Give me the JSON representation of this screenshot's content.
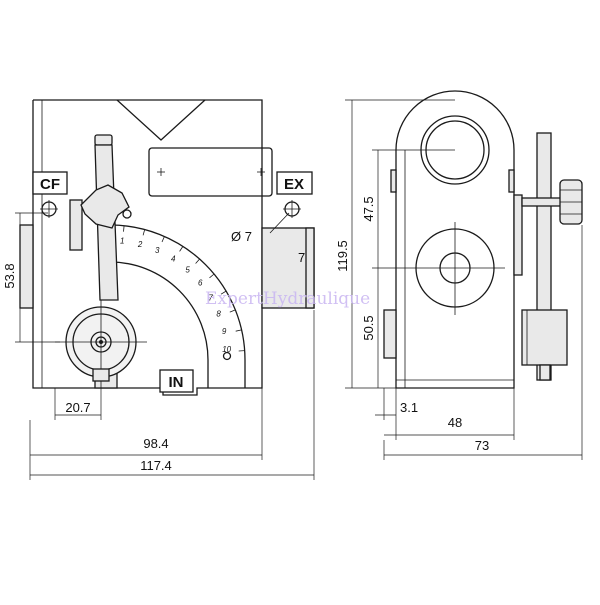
{
  "front_view": {
    "port_labels": {
      "cf": "CF",
      "ex": "EX",
      "in": "IN"
    },
    "hole_callout": "Ø 7",
    "side_dimension": "7",
    "scale_marks": [
      "1",
      "2",
      "3",
      "4",
      "5",
      "6",
      "7",
      "8",
      "9",
      "10"
    ],
    "dimensions": {
      "width_total": "117.4",
      "width_inner": "98.4",
      "port_offset": "20.7",
      "port_height": "53.8"
    }
  },
  "side_view": {
    "dimensions": {
      "height_total": "119.5",
      "upper": "47.5",
      "lower": "50.5",
      "offset": "3.1",
      "body_width": "48",
      "total_width": "73"
    }
  },
  "watermark": "ExpertHydraulique"
}
